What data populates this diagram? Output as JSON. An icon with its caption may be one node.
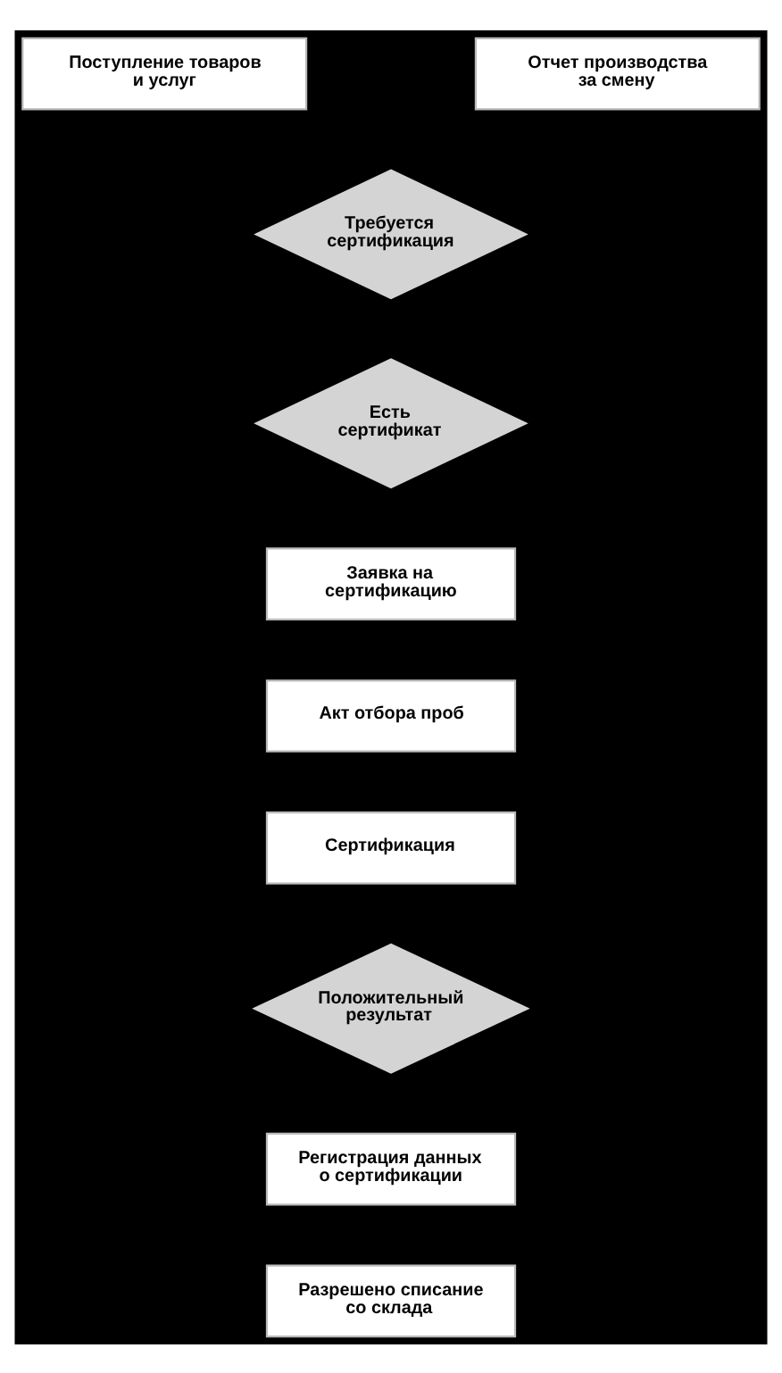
{
  "diagram": {
    "nodes": [
      {
        "text": [
          "Поступление товаров и услуг"
        ]
      },
      {
        "text": [
          "Отчет производства за смену"
        ]
      },
      {
        "text": [
          "Требуется сертификация"
        ]
      },
      {
        "text": [
          "Есть сертификат"
        ]
      },
      {
        "text": [
          "Заявка на сертификацию"
        ]
      },
      {
        "text": [
          "Акт отбора проб"
        ]
      },
      {
        "text": [
          "Сертификация"
        ]
      },
      {
        "text": [
          "Положительный результат"
        ]
      },
      {
        "text": [
          "Регистрация данных о сертификации"
        ]
      },
      {
        "text": [
          "Разрешено списание со склада"
        ]
      }
    ]
  }
}
